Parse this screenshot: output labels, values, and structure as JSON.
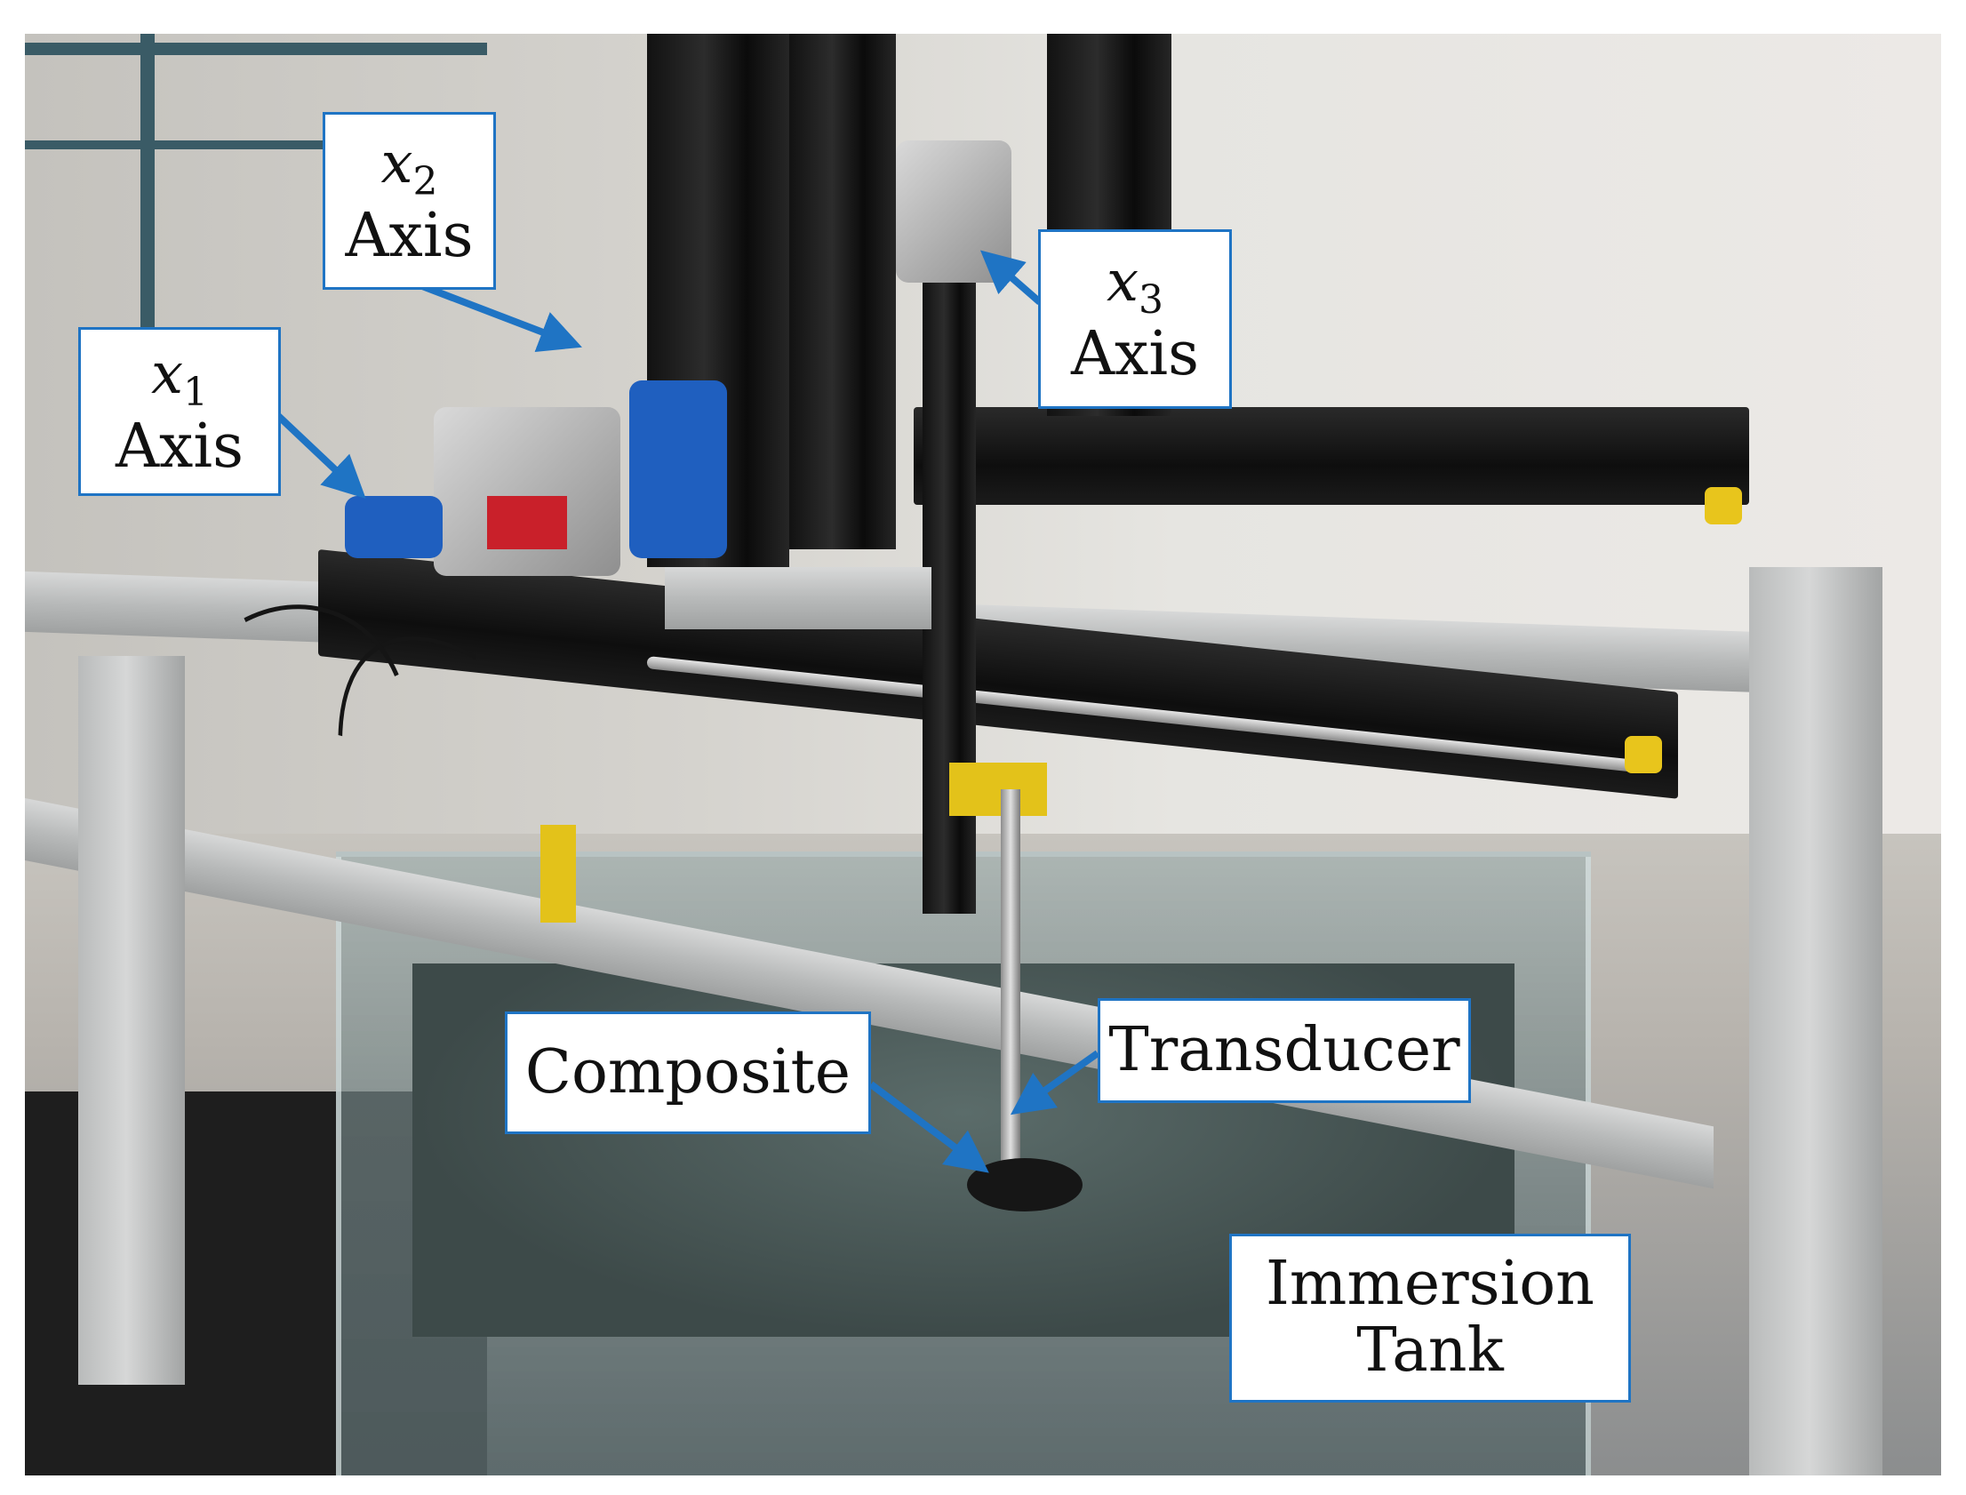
{
  "labels": {
    "x1": {
      "symbol": "x",
      "subscript": "1",
      "word": "Axis"
    },
    "x2": {
      "symbol": "x",
      "subscript": "2",
      "word": "Axis"
    },
    "x3": {
      "symbol": "x",
      "subscript": "3",
      "word": "Axis"
    },
    "composite": "Composite",
    "transducer": "Transducer",
    "immersion_tank": {
      "line1": "Immersion",
      "line2": "Tank"
    }
  },
  "colors": {
    "callout_border": "#1f74c4",
    "arrow": "#1f74c4",
    "motor_label": "#c9202a",
    "endcaps": "#e8c51c"
  }
}
